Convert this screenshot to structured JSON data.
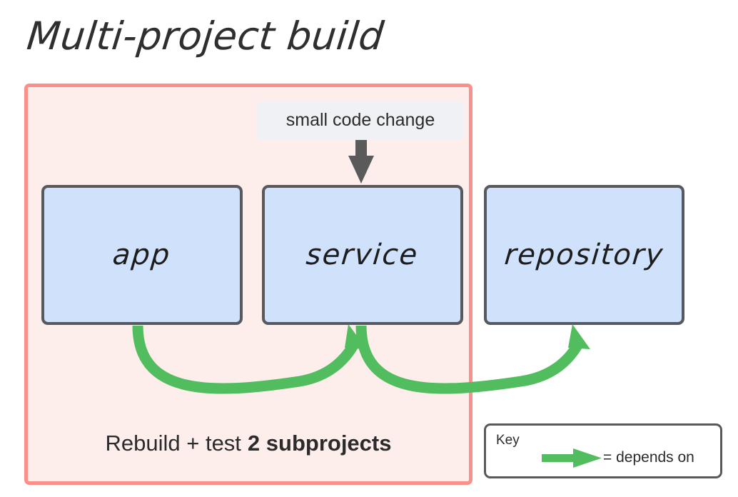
{
  "title": "Multi-project build",
  "scope": {
    "caption_normal": "Rebuild + test",
    "caption_strong": "2 subprojects",
    "fill_color": "#fdeeec",
    "border_color": "#fb9089"
  },
  "change_label": {
    "text": "small code change",
    "background": "#f0f1f4",
    "arrow_color": "#5a5a5a"
  },
  "projects": [
    {
      "id": "app",
      "label": "app",
      "in_scope": true
    },
    {
      "id": "service",
      "label": "service",
      "in_scope": true
    },
    {
      "id": "repository",
      "label": "repository",
      "in_scope": false
    }
  ],
  "project_style": {
    "fill_color": "#cfe1fb",
    "border_color": "#58595d"
  },
  "dependencies": [
    {
      "from": "app",
      "to": "service"
    },
    {
      "from": "service",
      "to": "repository"
    }
  ],
  "dependency_color": "#52bd5f",
  "key": {
    "title": "Key",
    "legend_text": "= depends on",
    "arrow_color": "#52bd5f",
    "border_color": "#58595d"
  }
}
